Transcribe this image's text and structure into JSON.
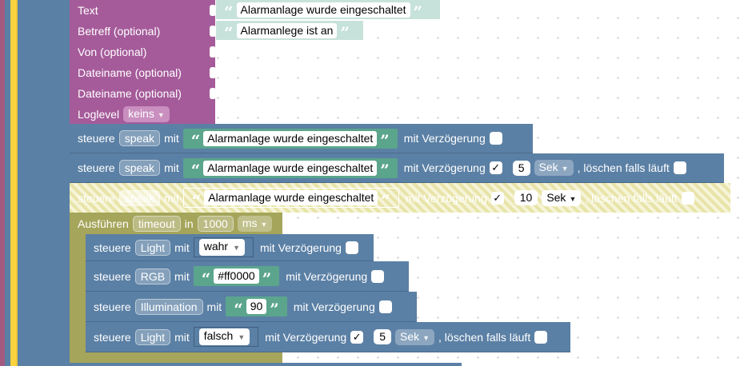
{
  "email_block": {
    "rows": [
      {
        "label": "Text",
        "value": "Alarmanlage wurde eingeschaltet"
      },
      {
        "label": "Betreff (optional)",
        "value": "Alarmanlege ist an"
      },
      {
        "label": "Von (optional)"
      },
      {
        "label": "Dateiname (optional)"
      },
      {
        "label": "Dateiname (optional)"
      }
    ],
    "loglevel_label": "Loglevel",
    "loglevel_value": "keins"
  },
  "common": {
    "steuere": "steuere",
    "mit": "mit",
    "mit_verzoegerung": "mit Verzögerung",
    "loeschen": ", löschen falls läuft",
    "check": "✓",
    "open_quote": "“",
    "close_quote": "”"
  },
  "speak_blocks": [
    {
      "target": "speak",
      "text": "Alarmanlage wurde eingeschaltet"
    },
    {
      "target": "speak",
      "text": "Alarmanlage wurde eingeschaltet",
      "delay": "5",
      "unit": "Sek"
    },
    {
      "target": "speak",
      "text": "Alarmanlage wurde eingeschaltet",
      "delay": "10",
      "unit": "Sek"
    }
  ],
  "timeout_block": {
    "label": "Ausführen",
    "name": "timeout",
    "in": "in",
    "value": "1000",
    "unit": "ms"
  },
  "inner_blocks": [
    {
      "target": "Light",
      "value": "wahr"
    },
    {
      "target": "RGB",
      "value": "#ff0000"
    },
    {
      "target": "Illumination",
      "value": "90"
    },
    {
      "target": "Light",
      "value": "falsch",
      "delay": "5",
      "unit": "Sek"
    }
  ],
  "colors": {
    "control_blue": "#5b80a5",
    "email_purple": "#a55b9a",
    "timeout_olive": "#a5a55b",
    "string_green": "#5ba58c"
  }
}
